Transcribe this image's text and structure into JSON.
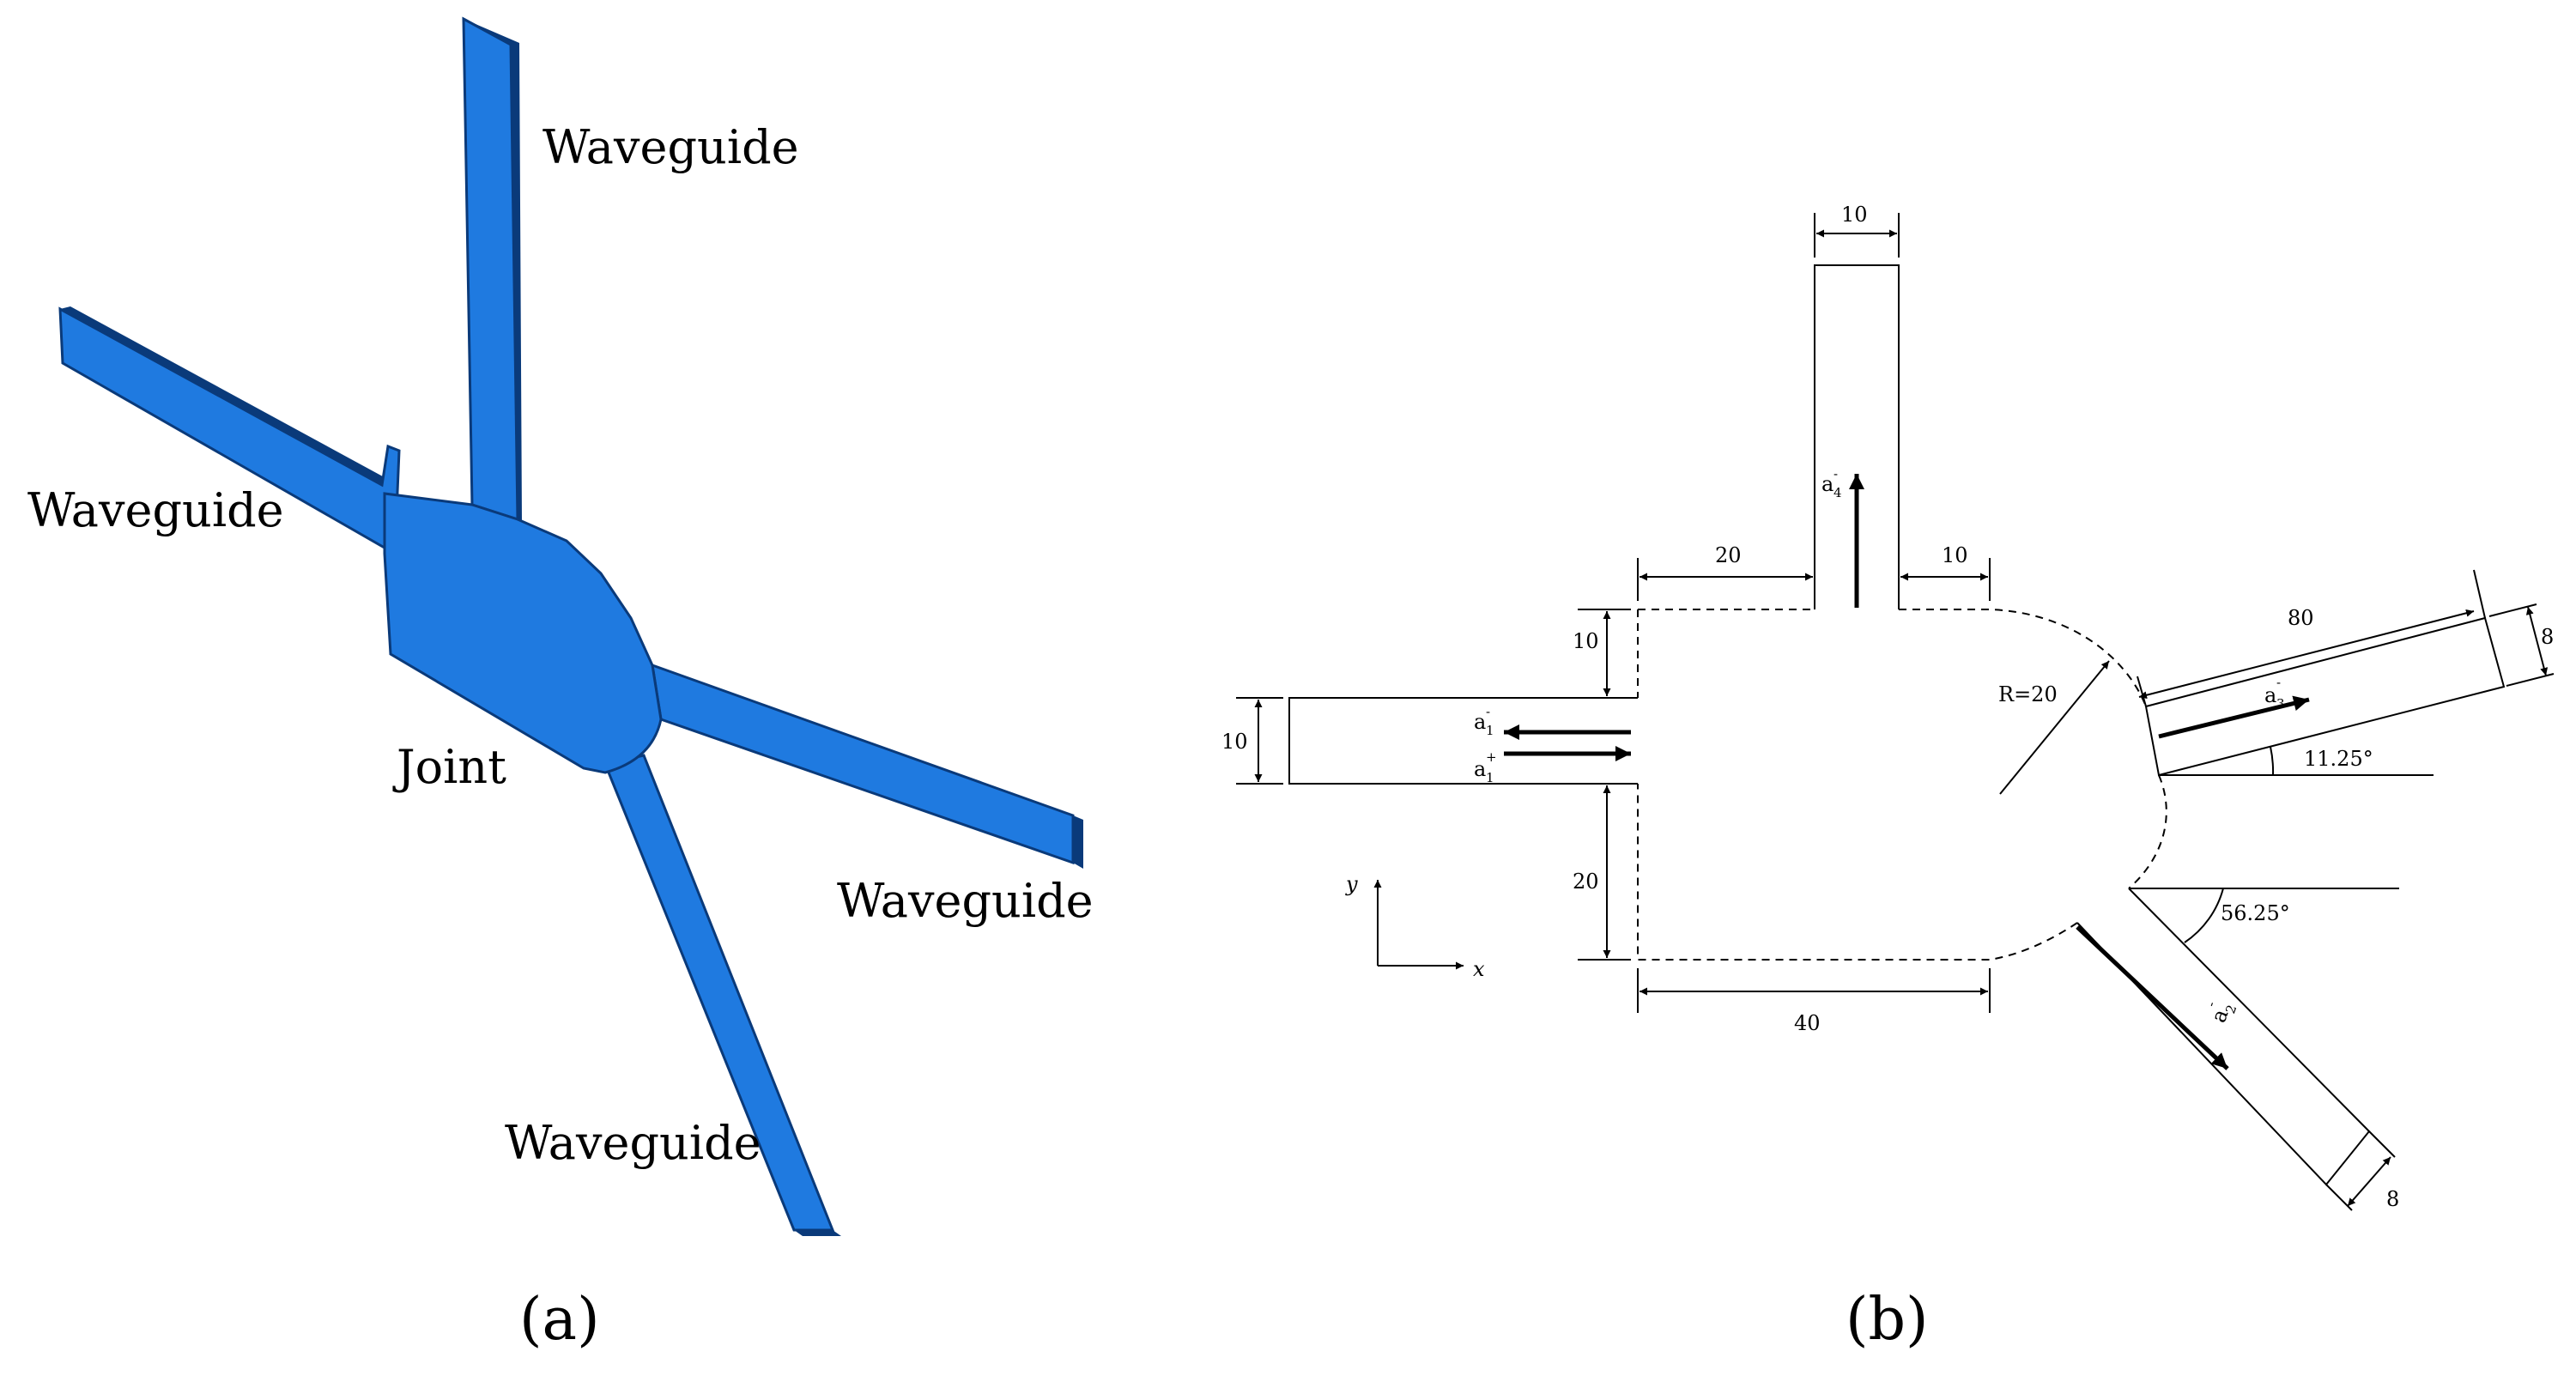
{
  "colors": {
    "waveguide_blue": "#1f7ae0",
    "edge": "#0a3a7a",
    "ink": "#000000"
  },
  "panel_a": {
    "caption": "(a)",
    "labels": {
      "waveguide_top": "Waveguide",
      "waveguide_left": "Waveguide",
      "waveguide_right": "Waveguide",
      "waveguide_bottom": "Waveguide",
      "joint": "Joint"
    }
  },
  "panel_b": {
    "caption": "(b)",
    "dimensions": {
      "top_width": "10",
      "left_offset": "20",
      "right_offset": "10",
      "upper_height": "10",
      "inlet_width": "10",
      "lower_height": "20",
      "bottom_length": "40",
      "radius": "R=20",
      "arm3_length": "80",
      "arm3_width": "8",
      "arm2_width": "8"
    },
    "angles": {
      "arm3": "11.25°",
      "arm2": "56.25°"
    },
    "waves": {
      "a1_minus": {
        "base": "a",
        "sub": "1",
        "sup": "-"
      },
      "a1_plus": {
        "base": "a",
        "sub": "1",
        "sup": "+"
      },
      "a2_minus": {
        "base": "a",
        "sub": "2",
        "sup": "-"
      },
      "a3_minus": {
        "base": "a",
        "sub": "3",
        "sup": "-"
      },
      "a4_minus": {
        "base": "a",
        "sub": "4",
        "sup": "-"
      }
    },
    "axes": {
      "x": "x",
      "y": "y"
    }
  }
}
